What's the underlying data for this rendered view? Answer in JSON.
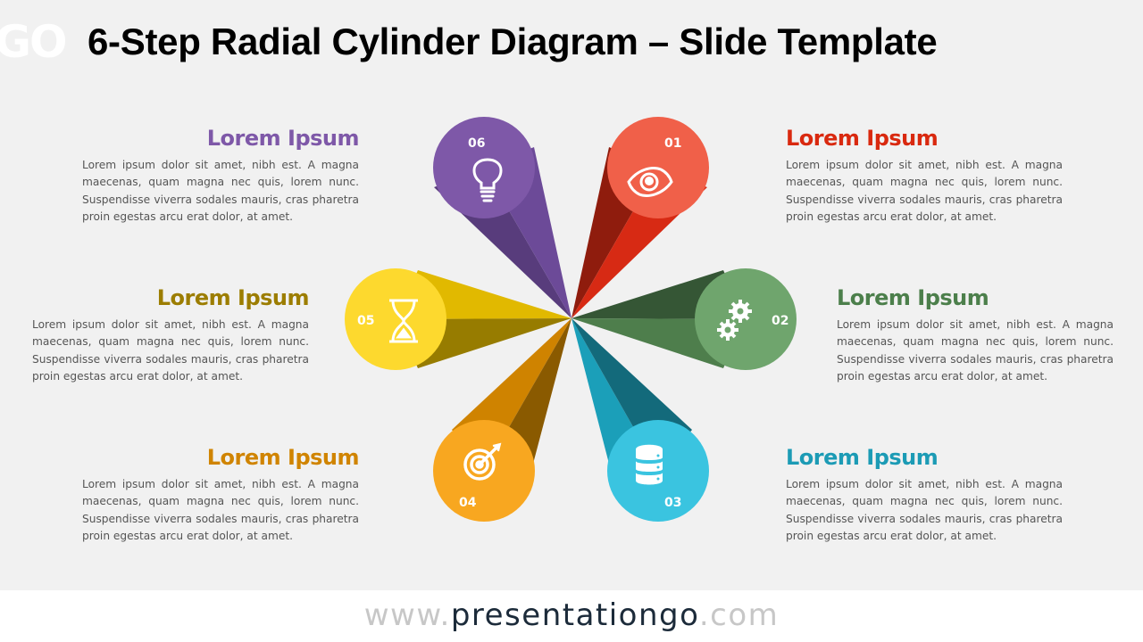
{
  "header": {
    "logo_text": "GO",
    "title": "6-Step Radial Cylinder Diagram – Slide Template"
  },
  "steps": [
    {
      "number": "01",
      "heading": "Lorem Ipsum",
      "icon": "eye-icon",
      "color": "#f06049",
      "heading_color": "#d9290f",
      "body": "Lorem ipsum dolor sit amet, nibh est. A magna maecenas, quam magna nec quis, lorem nunc. Suspendisse viverra sodales mauris, cras pharetra proin egestas arcu erat dolor, at amet."
    },
    {
      "number": "02",
      "heading": "Lorem Ipsum",
      "icon": "gears-icon",
      "color": "#6fa56d",
      "heading_color": "#4c7f4b",
      "body": "Lorem ipsum dolor sit amet, nibh est. A magna maecenas, quam magna nec quis, lorem nunc. Suspendisse viverra sodales mauris, cras pharetra proin egestas arcu erat dolor, at amet."
    },
    {
      "number": "03",
      "heading": "Lorem Ipsum",
      "icon": "database-icon",
      "color": "#3ac4e0",
      "heading_color": "#1c9bb5",
      "body": "Lorem ipsum dolor sit amet, nibh est. A magna maecenas, quam magna nec quis, lorem nunc. Suspendisse viverra sodales mauris, cras pharetra proin egestas arcu erat dolor, at amet."
    },
    {
      "number": "04",
      "heading": "Lorem Ipsum",
      "icon": "target-icon",
      "color": "#f8a720",
      "heading_color": "#d08400",
      "body": "Lorem ipsum dolor sit amet, nibh est. A magna maecenas, quam magna nec quis, lorem nunc. Suspendisse viverra sodales mauris, cras pharetra proin egestas arcu erat dolor, at amet."
    },
    {
      "number": "05",
      "heading": "Lorem Ipsum",
      "icon": "hourglass-icon",
      "color": "#fdd92e",
      "heading_color": "#9c7d00",
      "body": "Lorem ipsum dolor sit amet, nibh est. A magna maecenas, quam magna nec quis, lorem nunc. Suspendisse viverra sodales mauris, cras pharetra proin egestas arcu erat dolor, at amet."
    },
    {
      "number": "06",
      "heading": "Lorem Ipsum",
      "icon": "lightbulb-icon",
      "color": "#7e58a8",
      "heading_color": "#7e58a8",
      "body": "Lorem ipsum dolor sit amet, nibh est. A magna maecenas, quam magna nec quis, lorem nunc. Suspendisse viverra sodales mauris, cras pharetra proin egestas arcu erat dolor, at amet."
    }
  ],
  "footer": {
    "prefix": "www.",
    "brand": "presentationgo",
    "suffix": ".com"
  }
}
